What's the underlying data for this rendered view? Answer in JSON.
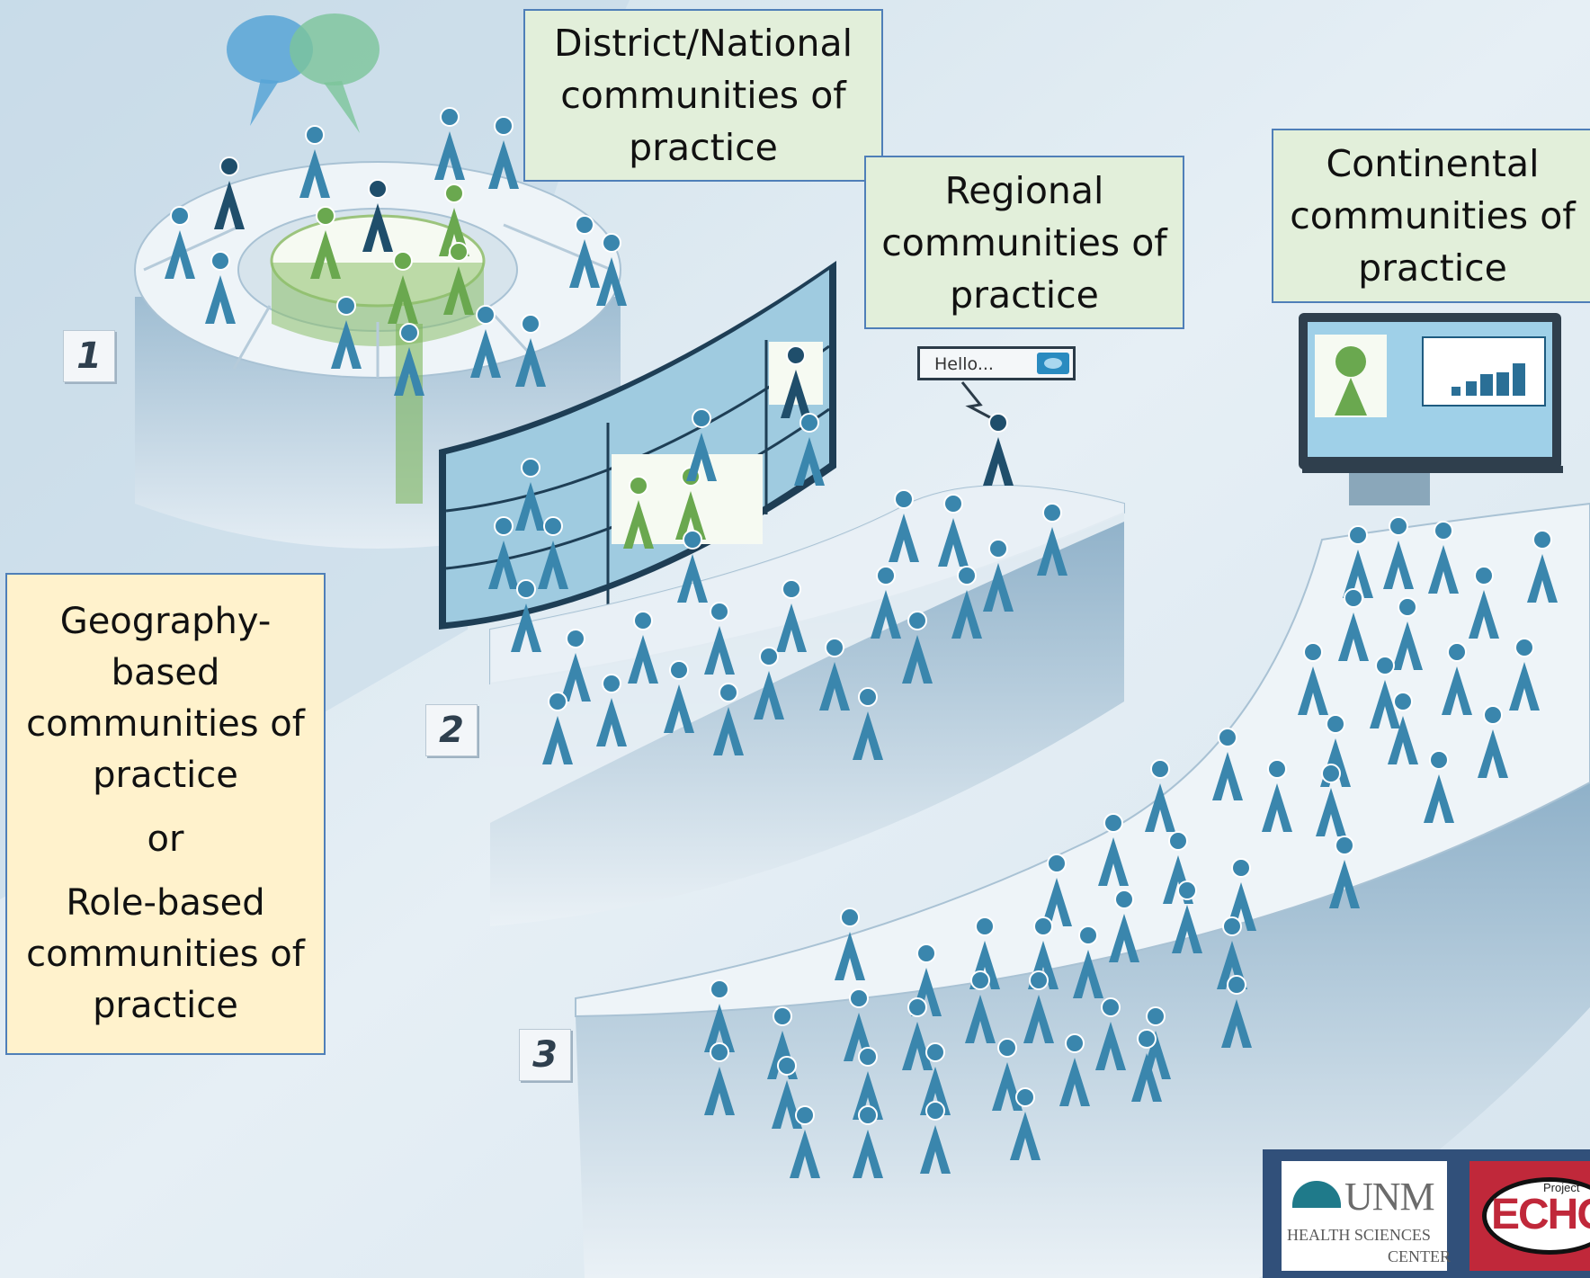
{
  "labels": {
    "district": [
      "District/National",
      "communities of",
      "practice"
    ],
    "regional": [
      "Regional",
      "communities of",
      "practice"
    ],
    "continental": [
      "Continental",
      "communities of",
      "practice"
    ],
    "geography_based": [
      "Geography-",
      "based",
      "communities of",
      "practice"
    ],
    "or": "or",
    "role_based": [
      "Role-based",
      "communities of",
      "practice"
    ]
  },
  "tier_numbers": [
    "1",
    "2",
    "3"
  ],
  "chat_bubble_text": "Hello...",
  "logo": {
    "unm_name": "UNM",
    "unm_line2": "HEALTH SCIENCES",
    "unm_line3": "CENTER",
    "echo_project": "Project",
    "echo_word": "ECHO"
  },
  "colors": {
    "person_blue": "#3a86ad",
    "person_dark": "#1f4e6b",
    "person_green": "#6aa84f",
    "label_green_bg": "#e2efda",
    "label_yellow_bg": "#fff2cc",
    "label_border": "#4f7fb8"
  }
}
